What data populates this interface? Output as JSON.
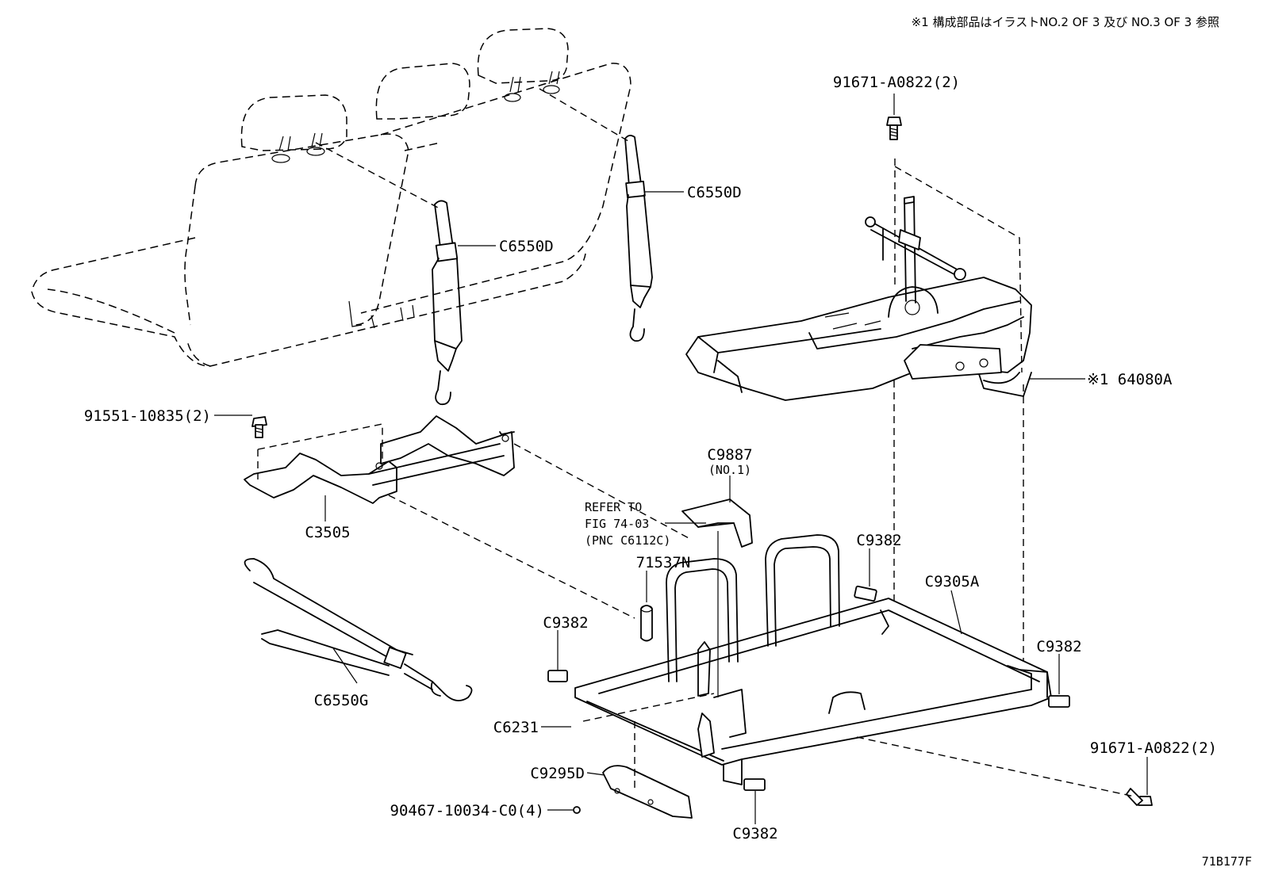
{
  "note": "※1 構成部品はイラストNO.2 OF 3 及び NO.3 OF 3 参照",
  "figure_id": "71B177F",
  "labels": {
    "bolt_top_right": "91671-A0822(2)",
    "strap_right": "C6550D",
    "strap_left": "C6550D",
    "assembly_ref": "※1 64080A",
    "bolt_left": "91551-10835(2)",
    "frame_bracket": "C3505",
    "cover_main": "C9887",
    "cover_sub": "(NO.1)",
    "refer_1": "REFER TO",
    "refer_2": "FIG 74-03",
    "refer_3": "(PNC C6112C)",
    "spacer": "71537N",
    "stopper_top": "C9382",
    "stopper_left": "C9382",
    "stopper_right": "C9382",
    "stopper_bottom": "C9382",
    "frame_main": "C9305A",
    "tie_down": "C6550G",
    "pin": "C6231",
    "cover_pipe": "C9295D",
    "bolt_bottom_right": "91671-A0822(2)",
    "screw": "90467-10034-C0(4)"
  }
}
